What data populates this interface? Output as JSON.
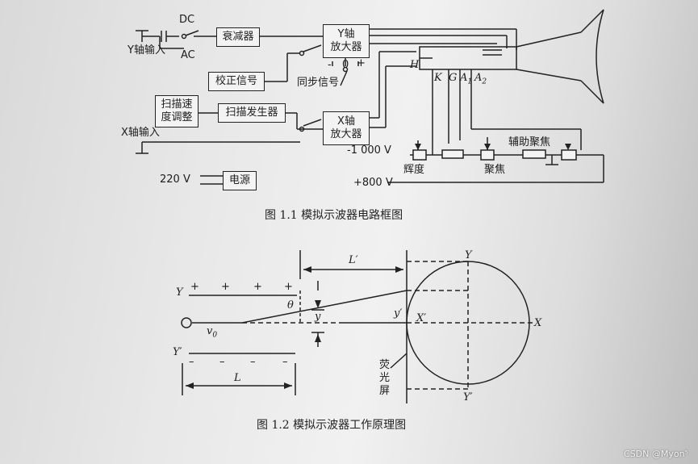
{
  "fig1": {
    "caption": "图 1.1   模拟示波器电路框图",
    "dc": "DC",
    "ac": "AC",
    "y_input": "Y轴输入",
    "attenuator": "衰减器",
    "y_amp_line1": "Y轴",
    "y_amp_line2": "放大器",
    "calibration": "校正信号",
    "sync": "同步信号",
    "minus": "-",
    "zero": "0",
    "plus": "+",
    "sweep_adjust_line1": "扫描速",
    "sweep_adjust_line2": "度调整",
    "sweep_gen": "扫描发生器",
    "x_input": "X轴输入",
    "x_amp_line1": "X轴",
    "x_amp_line2": "放大器",
    "v220": "220 V",
    "power": "电源",
    "neg1000": "-1 000 V",
    "pos800": "+800 V",
    "H": "H",
    "K": "K",
    "G": "G",
    "A1": "A",
    "A1sub": "1",
    "A2": "A",
    "A2sub": "2",
    "brightness": "辉度",
    "focus": "聚焦",
    "aux_focus": "辅助聚焦"
  },
  "fig2": {
    "caption": "图 1.2   模拟示波器工作原理图",
    "Lprime": "L′",
    "Y_plate": "Y",
    "Yprime_plate": "Y′",
    "theta": "θ",
    "y": "y",
    "yprime": "y′",
    "v0": "v",
    "v0sub": "0",
    "L": "L",
    "Y_axis": "Y",
    "Yprime_axis": "Y′",
    "Xprime_axis": "X′",
    "X_axis": "X",
    "screen_1": "荧",
    "screen_2": "光",
    "screen_3": "屏",
    "plus": "+",
    "minus": "–"
  },
  "watermark": "CSDN @Myon⁵"
}
